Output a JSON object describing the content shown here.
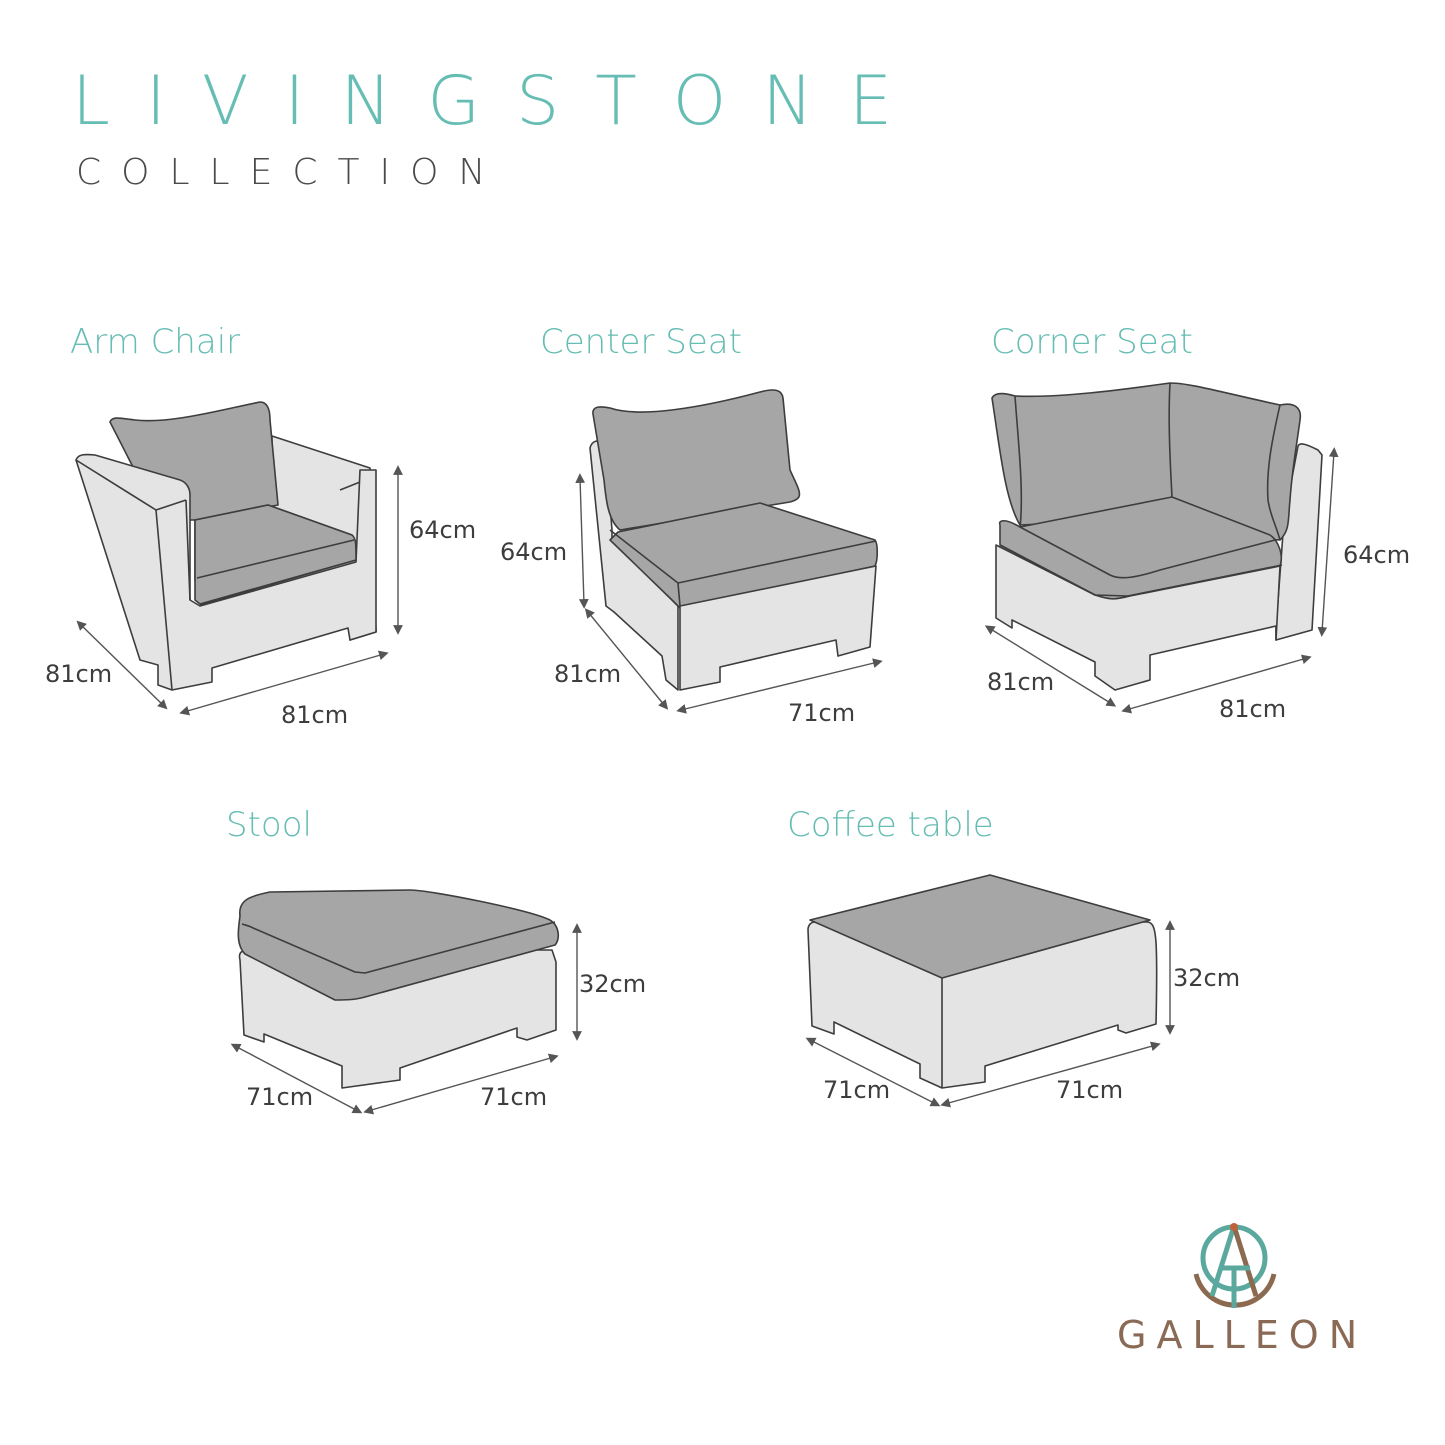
{
  "header": {
    "title": "LIVINGSTONE",
    "subtitle": "COLLECTION"
  },
  "items": [
    {
      "label": "Arm Chair",
      "dimensions": {
        "height": "64cm",
        "depth": "81cm",
        "width": "81cm"
      }
    },
    {
      "label": "Center Seat",
      "dimensions": {
        "height": "64cm",
        "depth": "81cm",
        "width": "71cm"
      }
    },
    {
      "label": "Corner Seat",
      "dimensions": {
        "height": "64cm",
        "depth": "81cm",
        "width": "81cm"
      }
    },
    {
      "label": "Stool",
      "dimensions": {
        "height": "32cm",
        "depth": "71cm",
        "width": "71cm"
      }
    },
    {
      "label": "Coffee table",
      "dimensions": {
        "height": "32cm",
        "depth": "71cm",
        "width": "71cm"
      }
    }
  ],
  "brand": {
    "name": "GALLEON",
    "logo_icon": "anchor-at-monogram-icon"
  },
  "colors": {
    "accent_teal": "#66bdb3",
    "frame_fill": "#e4e4e4",
    "cushion_fill": "#a6a6a6",
    "outline": "#3d3d3d",
    "text_dark": "#3d3d3d"
  }
}
